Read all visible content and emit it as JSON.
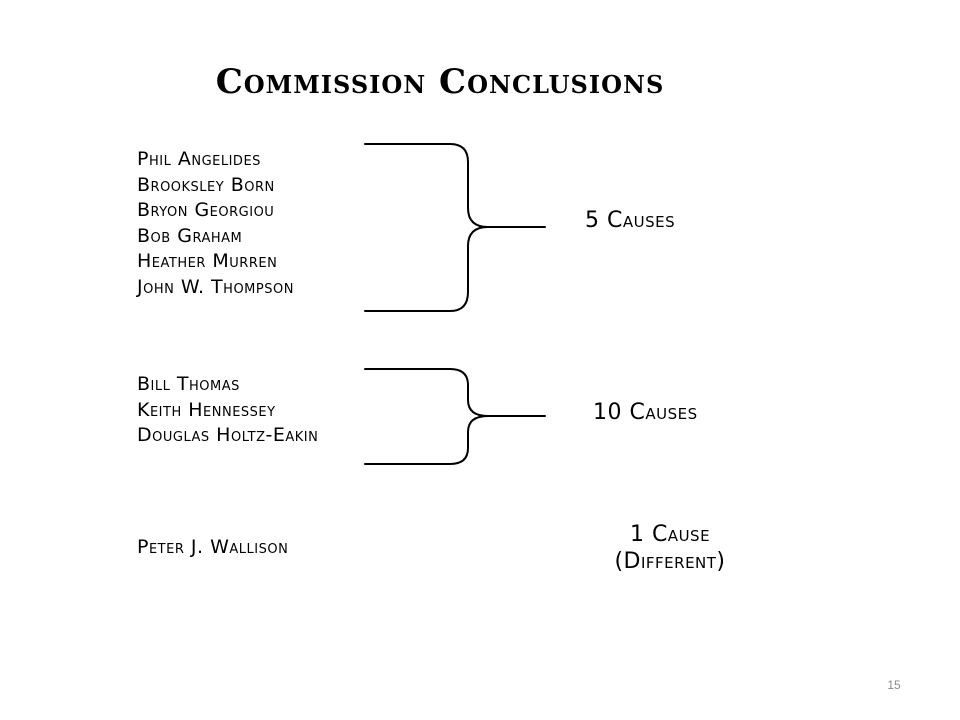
{
  "slide": {
    "title": "Commission Conclusions",
    "page_number": "15"
  },
  "groups": [
    {
      "members": [
        "Phil Angelides",
        "Brooksley Born",
        "Bryon Georgiou",
        "Bob Graham",
        "Heather Murren",
        "John W. Thompson"
      ],
      "conclusion_lines": [
        "5 Causes"
      ]
    },
    {
      "members": [
        "Bill Thomas",
        "Keith Hennessey",
        "Douglas Holtz-Eakin"
      ],
      "conclusion_lines": [
        "10 Causes"
      ]
    },
    {
      "members": [
        "Peter J. Wallison"
      ],
      "conclusion_lines": [
        "1 Cause",
        "(Different)"
      ]
    }
  ]
}
